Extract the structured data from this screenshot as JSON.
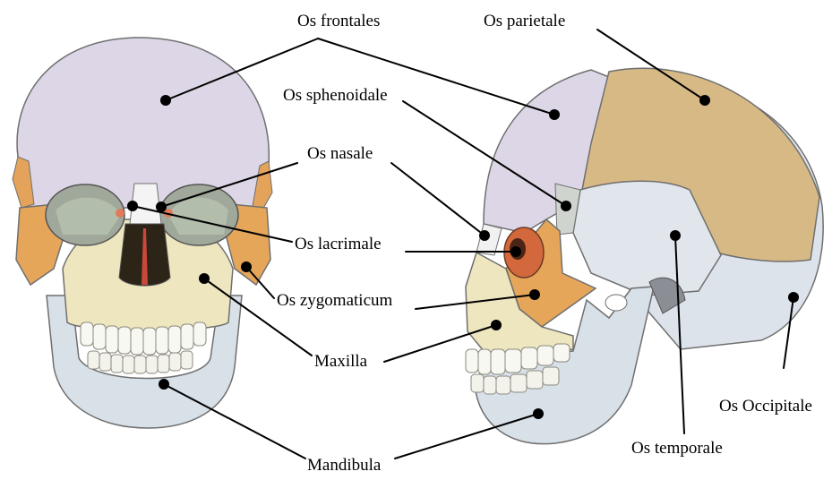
{
  "labels": {
    "frontal": "Os frontales",
    "parietal": "Os parietale",
    "sphenoid": "Os sphenoidale",
    "nasal": "Os nasale",
    "lacrimal": "Os lacrimale",
    "zygomatic": "Os zygomaticum",
    "maxilla": "Maxilla",
    "occipital": "Os Occipitale",
    "temporal": "Os temporale",
    "mandible": "Mandibula"
  },
  "colors": {
    "frontal": "#dcd6e6",
    "parietal": "#d7b986",
    "sphenoid_zygomatic": "#e5a65a",
    "maxilla": "#eee6bf",
    "temporal_occipital": "#dde3ea",
    "mandible": "#d8e0e8",
    "nasal": "#f4f4f4",
    "lacrimal": "#e07a5a",
    "ethmoid": "#b8c2b0",
    "outline": "#6f6f6f"
  }
}
